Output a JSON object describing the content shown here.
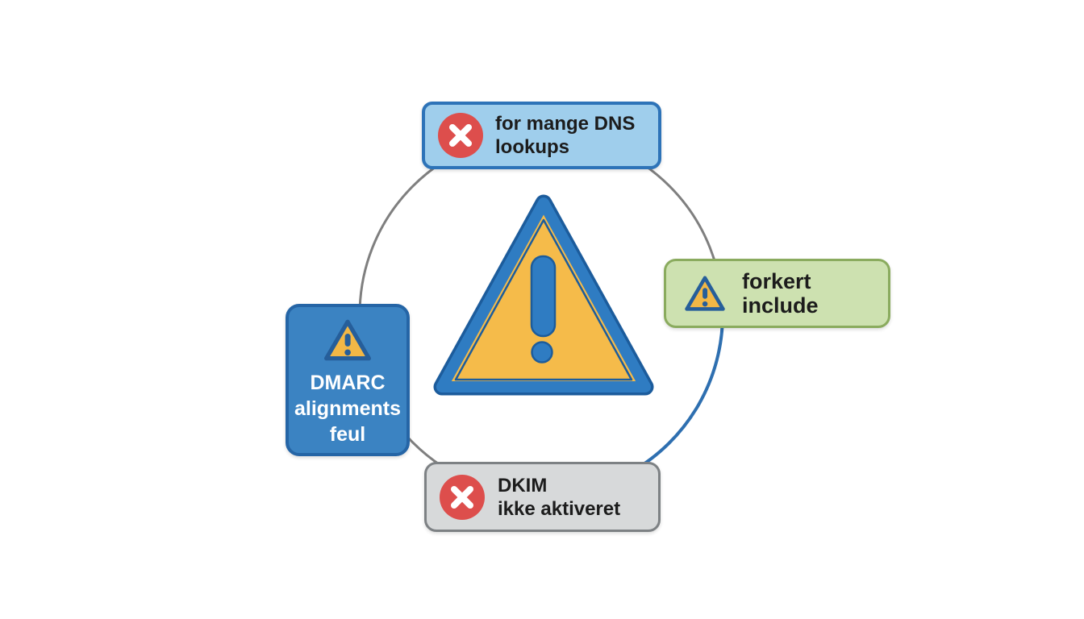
{
  "colors": {
    "bg": "#ffffff",
    "gray-line": "#7f7f7f",
    "blue-line": "#2e6fb0",
    "tri-fill": "#f5bb4a",
    "tri-blue": "#2f7cc2",
    "tri-dark": "#1c5c9c",
    "node-top-fill": "#9fceec",
    "node-top-border": "#2d73b8",
    "node-right-fill": "#cde1b0",
    "node-right-border": "#8aab5e",
    "node-left-fill": "#3b83c2",
    "node-left-border": "#2565a6",
    "node-bottom-fill": "#d7d9da",
    "node-bottom-border": "#7d8184",
    "error-red": "#dd4e4c",
    "warn-fill": "#f2b746",
    "warn-border": "#265e9a",
    "text-dark": "#1c1c1c",
    "text-light": "#ffffff"
  },
  "center": {
    "icon": "warning-triangle-icon"
  },
  "connector": {
    "shape": "circle",
    "accent_arc": "bottom-right-blue"
  },
  "nodes": {
    "top": {
      "icon": "error-x-icon",
      "lines": [
        "for mange DNS",
        "lookups"
      ]
    },
    "right": {
      "icon": "warning-triangle-icon",
      "lines": [
        "forkert include"
      ]
    },
    "left": {
      "icon": "warning-triangle-icon",
      "lines": [
        "DMARC",
        "alignments",
        "feul"
      ]
    },
    "bottom": {
      "icon": "error-x-icon",
      "lines": [
        "DKIM",
        "ikke aktiveret"
      ]
    }
  }
}
